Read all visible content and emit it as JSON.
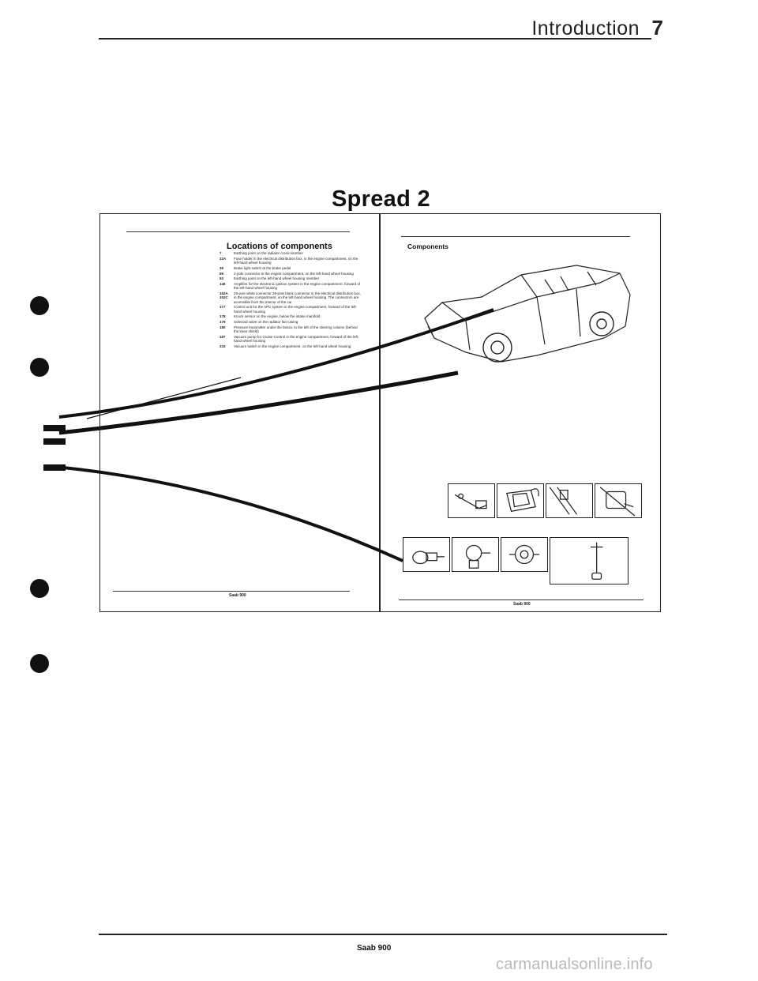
{
  "header": {
    "title": "Introduction",
    "page_number": "7"
  },
  "spread_title": "Spread 2",
  "left_page": {
    "heading": "Locations of components",
    "items": [
      {
        "num": "7",
        "text": "Earthing point on the radiator cross-member"
      },
      {
        "num": "22A",
        "text": "Fuse holder in the electrical distribution box, in the engine compartment, on the left-hand wheel housing"
      },
      {
        "num": "39",
        "text": "Brake light switch at the brake pedal"
      },
      {
        "num": "59",
        "text": "2-pole connector in the engine compartment, on the left-hand wheel housing"
      },
      {
        "num": "93",
        "text": "Earthing point on the left-hand wheel housing member"
      },
      {
        "num": "146",
        "text": "Amplifier for the electronic ignition system in the engine compartment, forward of the left-hand wheel housing"
      },
      {
        "num": "152A 152C",
        "text": "29-pole white connector 29-pole black connector in the electrical distribution box, in the engine compartment, on the left-hand wheel housing. The connectors are accessible from the interior of the car"
      },
      {
        "num": "177",
        "text": "Control unit for the APC system in the engine compartment, forward of the left-hand wheel housing"
      },
      {
        "num": "178",
        "text": "Knock sensor on the engine, below the intake manifold"
      },
      {
        "num": "179",
        "text": "Solenoid valve on the radiator fan casing"
      },
      {
        "num": "180",
        "text": "Pressure transmitter under the fascia, to the left of the steering column (behind the knee shield)"
      },
      {
        "num": "187",
        "text": "Vacuum pump for Cruise Control in the engine compartment, forward of the left-hand wheel housing"
      },
      {
        "num": "233",
        "text": "Vacuum switch in the engine compartment, on the left-hand wheel housing"
      }
    ],
    "footer": "Saab 900"
  },
  "right_page": {
    "heading": "Components",
    "footer": "Saab 900",
    "component_icons": [
      "sensor-bracket-icon",
      "ignition-module-icon",
      "control-unit-icon",
      "connector-plug-icon",
      "brake-switch-icon",
      "relay-icon",
      "pressure-switch-icon",
      "vacuum-valve-icon"
    ]
  },
  "footer": {
    "model": "Saab 900"
  },
  "watermark": "carmanualsonline.info"
}
